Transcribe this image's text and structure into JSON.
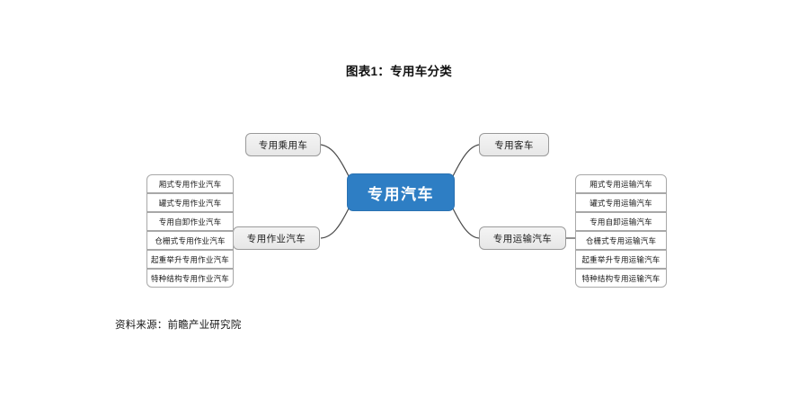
{
  "title": "图表1：专用车分类",
  "source_note": "资料来源：前瞻产业研究院",
  "colors": {
    "center_fill": "#2E7EC4",
    "center_text": "#FFFFFF",
    "branch_fill": "#EDEDED",
    "branch_border": "#9A9A9A",
    "leaf_fill": "#FFFFFF",
    "leaf_border": "#A8A8A8",
    "connector": "#4A4A4A",
    "background": "#FFFFFF"
  },
  "diagram": {
    "type": "mind-map",
    "center": {
      "label": "专用汽车"
    },
    "branches": [
      {
        "id": "passenger",
        "label": "专用乘用车",
        "position": "top-left",
        "children": []
      },
      {
        "id": "bus",
        "label": "专用客车",
        "position": "top-right",
        "children": []
      },
      {
        "id": "operation",
        "label": "专用作业汽车",
        "position": "bottom-left",
        "children": [
          "厢式专用作业汽车",
          "罐式专用作业汽车",
          "专用自卸作业汽车",
          "仓栅式专用作业汽车",
          "起重举升专用作业汽车",
          "特种结构专用作业汽车"
        ]
      },
      {
        "id": "transport",
        "label": "专用运输汽车",
        "position": "bottom-right",
        "children": [
          "厢式专用运输汽车",
          "罐式专用运输汽车",
          "专用自卸运输汽车",
          "仓栅式专用运输汽车",
          "起重举升专用运输汽车",
          "特种结构专用运输汽车"
        ]
      }
    ]
  }
}
